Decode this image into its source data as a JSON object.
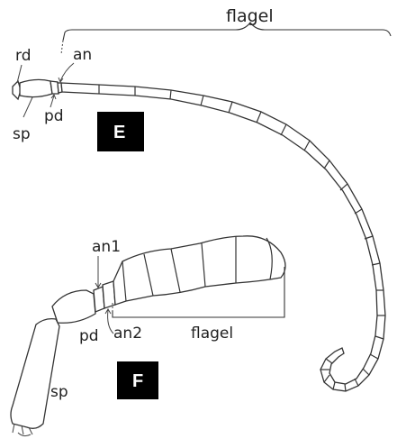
{
  "panel_e": {
    "letter": "E",
    "labels": {
      "flagel": "flagel",
      "rd": "rd",
      "an": "an",
      "pd": "pd",
      "sp": "sp"
    }
  },
  "panel_f": {
    "letter": "F",
    "labels": {
      "an1": "an1",
      "pd": "pd",
      "an2": "an2",
      "flagel": "flagel",
      "sp": "sp"
    }
  }
}
